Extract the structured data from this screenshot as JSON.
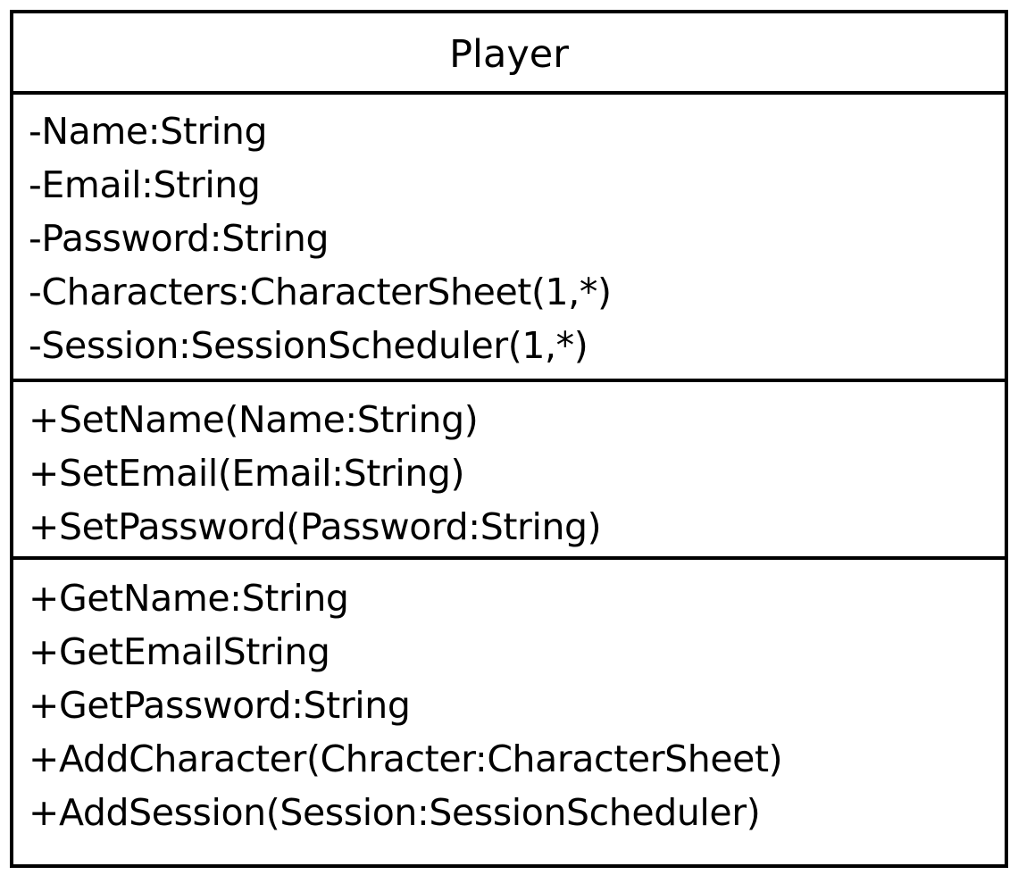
{
  "class": {
    "name": "Player",
    "attributes": [
      "-Name:String",
      "-Email:String",
      "-Password:String",
      "-Characters:CharacterSheet(1,*)",
      "-Session:SessionScheduler(1,*)"
    ],
    "setters": [
      "+SetName(Name:String)",
      "+SetEmail(Email:String)",
      "+SetPassword(Password:String)"
    ],
    "getters": [
      "+GetName:String",
      "+GetEmailString",
      "+GetPassword:String",
      "+AddCharacter(Chracter:CharacterSheet)",
      "+AddSession(Session:SessionScheduler)"
    ]
  }
}
